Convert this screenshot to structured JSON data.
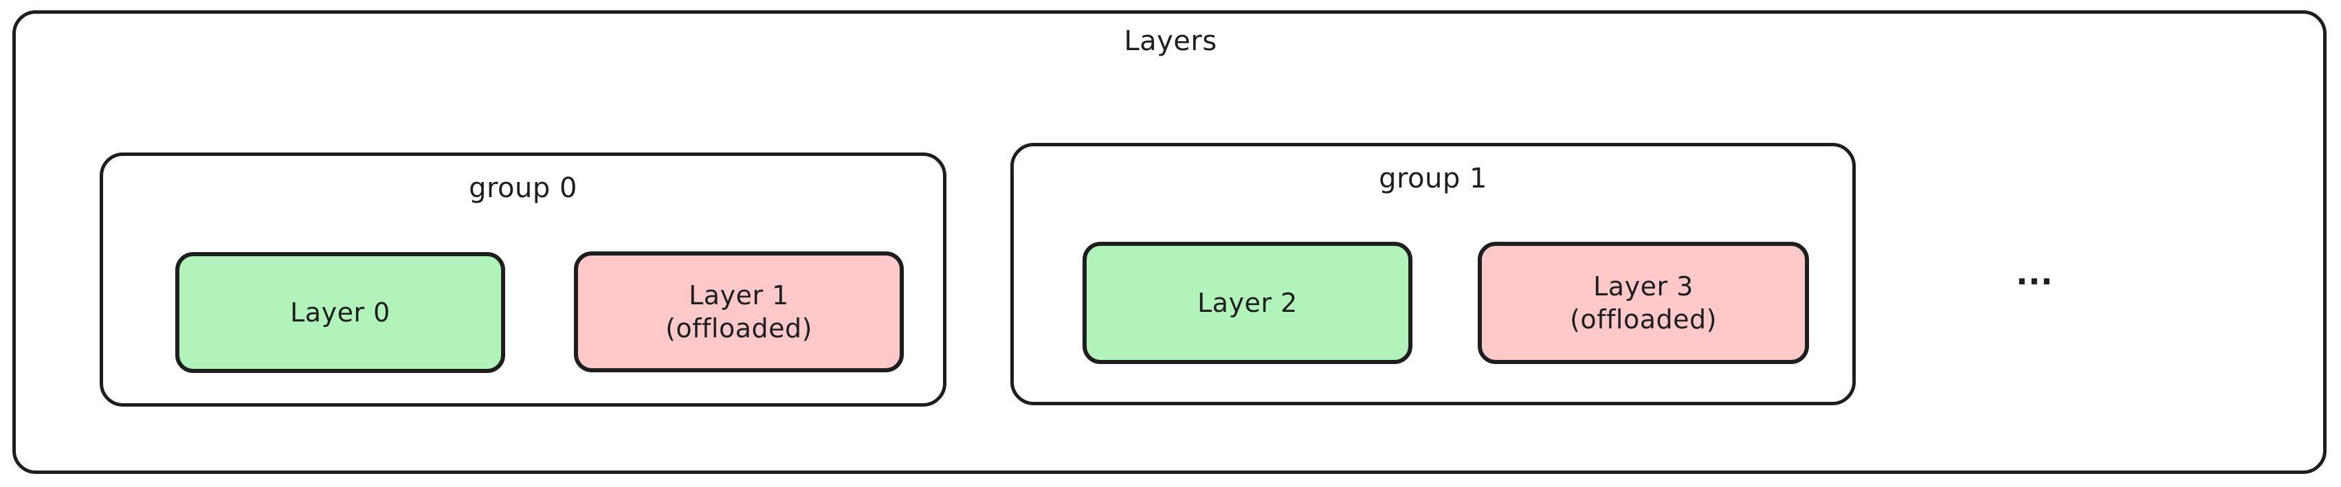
{
  "diagram": {
    "title": "Layers",
    "style": {
      "stroke_color": "#1e1e1e",
      "background_color": "#ffffff",
      "resident_fill": "#b2f2bb",
      "offloaded_fill": "#ffc9c9"
    },
    "groups": [
      {
        "label": "group 0",
        "layers": [
          {
            "label": "Layer 0",
            "state": "resident",
            "fill": "#b2f2bb"
          },
          {
            "label": "Layer 1\n(offloaded)",
            "state": "offloaded",
            "fill": "#ffc9c9"
          }
        ]
      },
      {
        "label": "group 1",
        "layers": [
          {
            "label": "Layer 2",
            "state": "resident",
            "fill": "#b2f2bb"
          },
          {
            "label": "Layer 3\n(offloaded)",
            "state": "offloaded",
            "fill": "#ffc9c9"
          }
        ]
      }
    ],
    "continuation": "..."
  }
}
